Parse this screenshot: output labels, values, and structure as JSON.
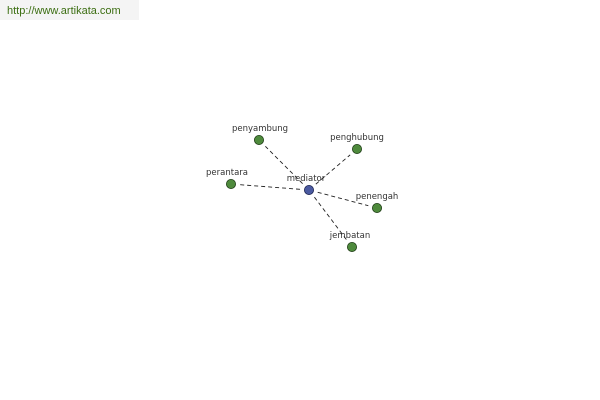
{
  "site": {
    "link_text": "http://www.artikata.com"
  },
  "graph": {
    "center": {
      "label": "mediator",
      "color": "#4b5aa0"
    },
    "node_color": "#4e8a3c",
    "edge_color": "#222222",
    "nodes": [
      {
        "id": "penyambung",
        "label": "penyambung"
      },
      {
        "id": "penghubung",
        "label": "penghubung"
      },
      {
        "id": "perantara",
        "label": "perantara"
      },
      {
        "id": "penengah",
        "label": "penengah"
      },
      {
        "id": "jembatan",
        "label": "jembatan"
      }
    ]
  }
}
